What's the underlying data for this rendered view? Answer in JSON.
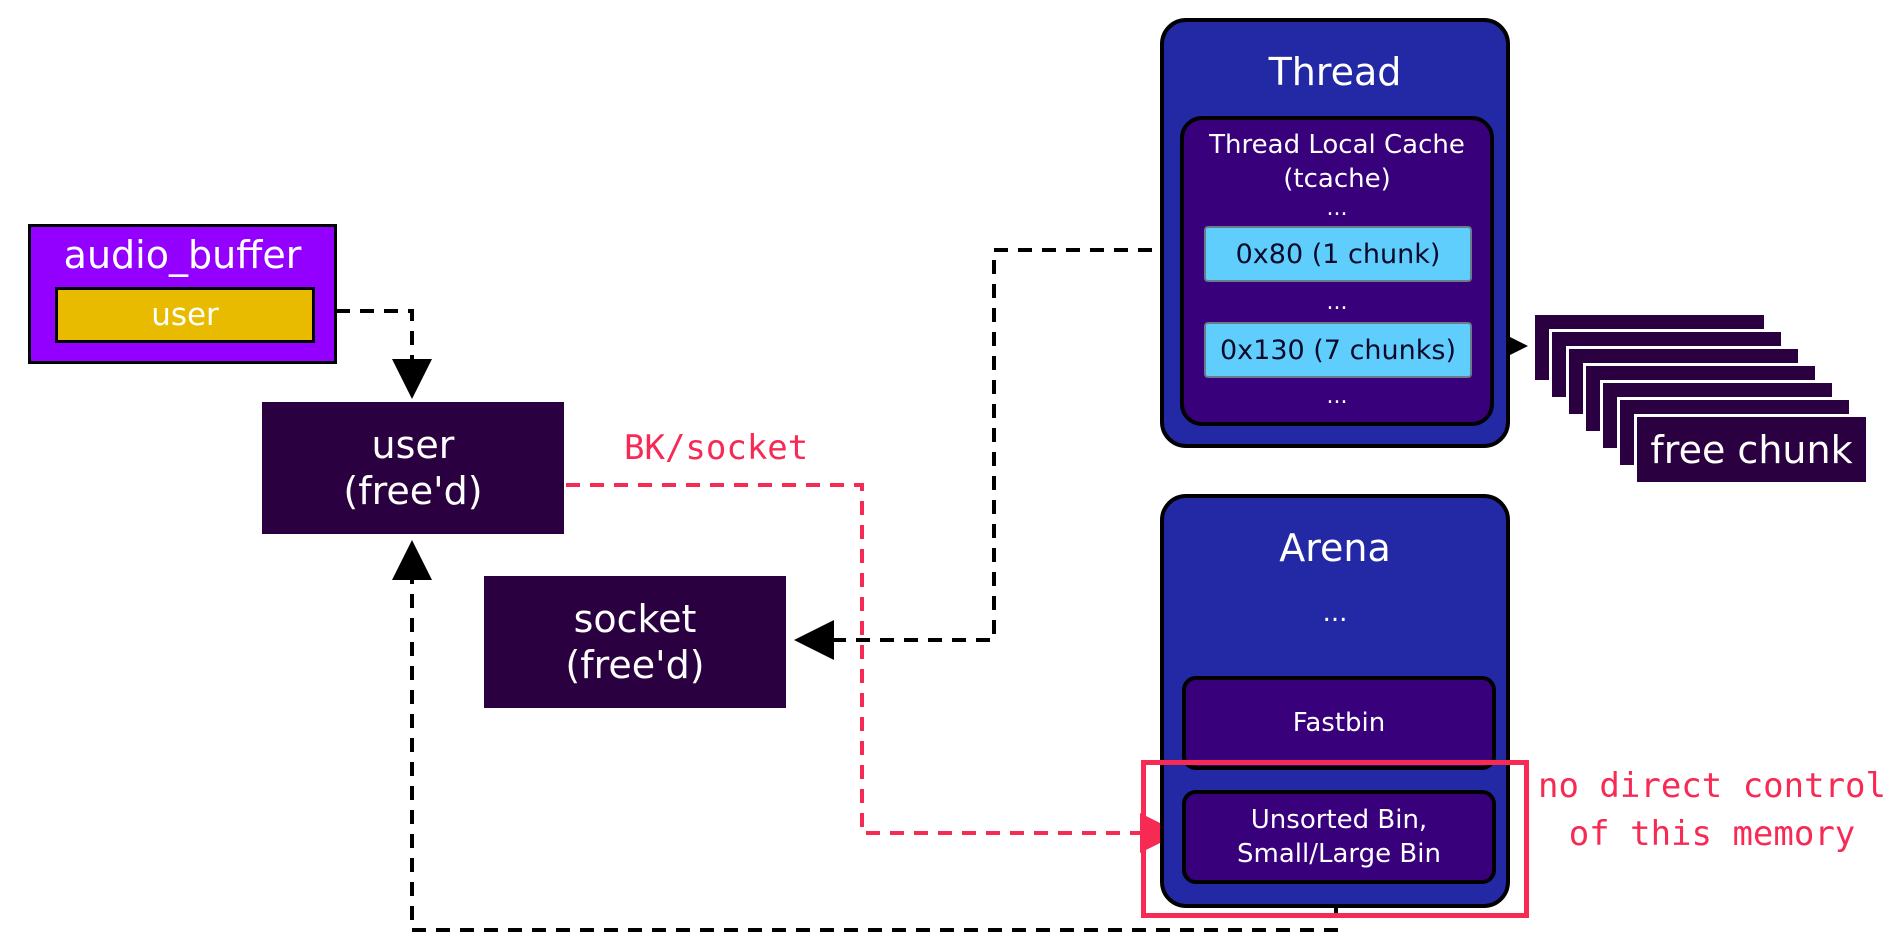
{
  "audio_buffer": {
    "title": "audio_buffer",
    "field": "user"
  },
  "user_freed": {
    "line1": "user",
    "line2": "(free'd)"
  },
  "socket_freed": {
    "line1": "socket",
    "line2": "(free'd)"
  },
  "thread": {
    "title": "Thread",
    "tcache_title_line1": "Thread Local Cache",
    "tcache_title_line2": "(tcache)",
    "ellipsis": "...",
    "bins": [
      "0x80 (1 chunk)",
      "0x130 (7 chunks)"
    ]
  },
  "free_chunk": {
    "label": "free chunk"
  },
  "arena": {
    "title": "Arena",
    "ellipsis": "...",
    "fastbin": "Fastbin",
    "unsorted_line1": "Unsorted Bin,",
    "unsorted_line2": "Small/Large Bin"
  },
  "annotations": {
    "bk_socket": "BK/socket",
    "note_line1": "no direct control",
    "note_line2": "of this memory"
  },
  "colors": {
    "accent_red": "#f72a54",
    "thread_blue": "#2328a5",
    "cyan": "#5fcefd",
    "freed_purple": "#2b0040",
    "audio_purple": "#9400ff",
    "user_yellow": "#e8bb00"
  }
}
